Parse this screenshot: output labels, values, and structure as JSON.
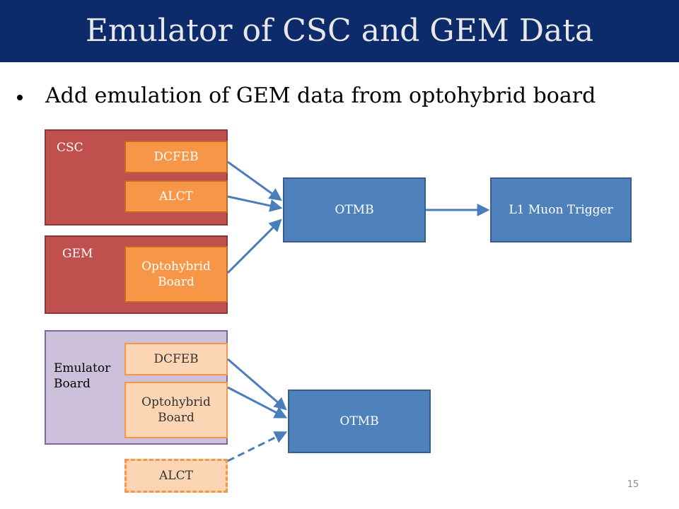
{
  "slide": {
    "title": "Emulator of CSC and GEM Data",
    "bullet": "Add emulation of GEM data from optohybrid board",
    "page_number": "15"
  },
  "diagram": {
    "csc_group": {
      "label": "CSC",
      "dcfeb": "DCFEB",
      "alct": "ALCT"
    },
    "gem_group": {
      "label": "GEM",
      "optohybrid": "Optohybrid Board"
    },
    "emulator_group": {
      "label": "Emulator Board",
      "dcfeb": "DCFEB",
      "optohybrid": "Optohybrid Board"
    },
    "alct_dashed": "ALCT",
    "otmb_top": "OTMB",
    "l1_trigger": "L1 Muon Trigger",
    "otmb_bottom": "OTMB",
    "colors": {
      "title_bar": "#0d2a6b",
      "group_red": "#c0504d",
      "group_purple": "#ccc0da",
      "module_orange": "#f79646",
      "module_peach": "#fcd5b5",
      "block_blue": "#4f81bd",
      "arrow": "#4a7ebb"
    }
  }
}
